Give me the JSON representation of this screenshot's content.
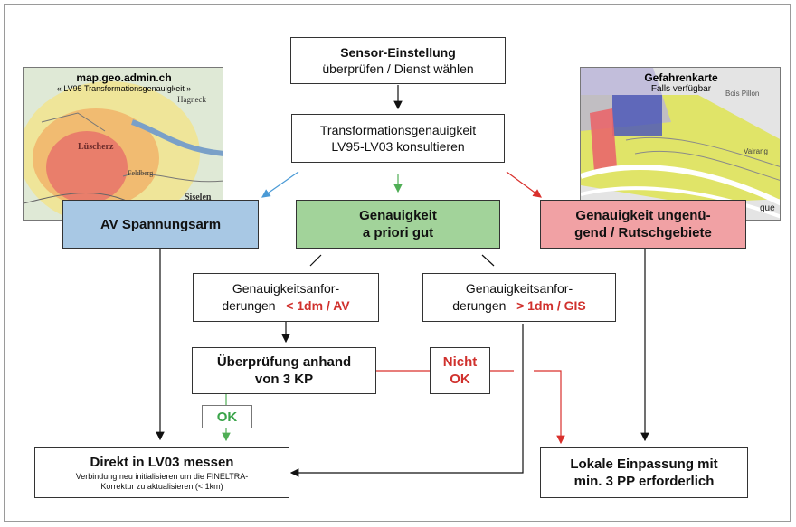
{
  "sensor": {
    "line1": "Sensor-Einstellung",
    "line2": "überprüfen / Dienst wählen"
  },
  "trafo": {
    "line1": "Transformationsgenauigkeit",
    "line2": "LV95-LV03 konsultieren"
  },
  "map_left": {
    "title": "map.geo.admin.ch",
    "subtitle": "« LV95 Transformationsgenauigkeit »",
    "labels": [
      "Lüscherz",
      "Hagneck",
      "Siselen",
      "Feldberg"
    ]
  },
  "map_right": {
    "title": "Gefahrenkarte",
    "subtitle": "Falls verfügbar",
    "labels": [
      "Bois Pillon",
      "Vairang",
      "gue"
    ]
  },
  "av": {
    "label": "AV Spannungsarm"
  },
  "good": {
    "line1": "Genauigkeit",
    "line2": "a priori gut"
  },
  "bad": {
    "line1": "Genauigkeit ungenü-",
    "line2": "gend / Rutschgebiete"
  },
  "req_left": {
    "line1": "Genauigkeitsanfor-",
    "line2_prefix": "derungen",
    "line2_value": "< 1dm / AV"
  },
  "req_right": {
    "line1": "Genauigkeitsanfor-",
    "line2_prefix": "derungen",
    "line2_value": "> 1dm / GIS"
  },
  "check": {
    "line1": "Überprüfung anhand",
    "line2": "von 3 KP"
  },
  "nicht_ok": {
    "line1": "Nicht",
    "line2": "OK"
  },
  "ok": {
    "label": "OK"
  },
  "direct": {
    "title": "Direkt in LV03 messen",
    "note1": "Verbindung neu initialisieren um die FINELTRA-",
    "note2": "Korrektur zu aktualisieren (< 1km)"
  },
  "local": {
    "line1": "Lokale Einpassung mit",
    "line2": "min. 3 PP erforderlich"
  },
  "colors": {
    "blue_box": "#a8c8e4",
    "green_box": "#a2d39a",
    "red_box": "#f1a1a4",
    "red_text": "#d0312d",
    "green_text": "#3aa44a"
  }
}
